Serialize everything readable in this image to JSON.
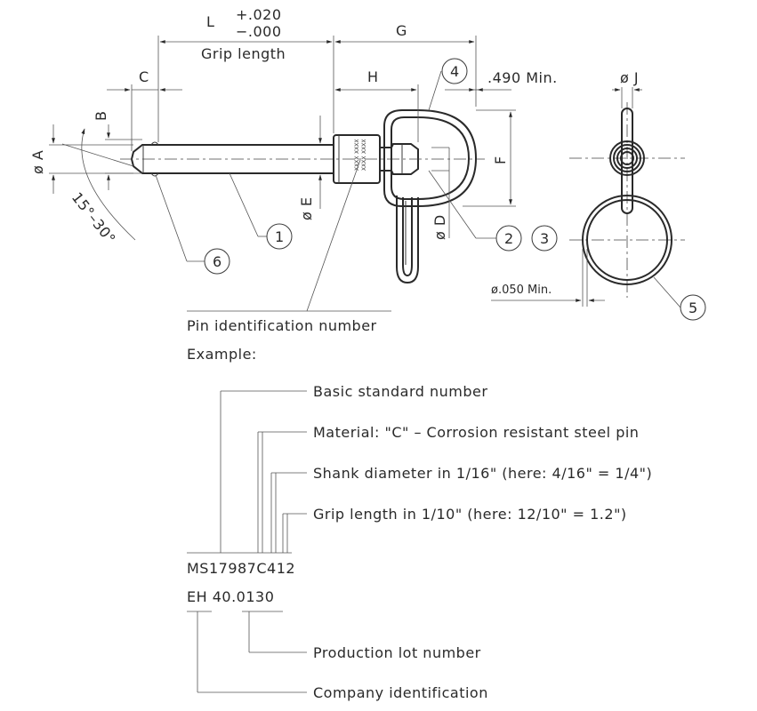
{
  "dimensions": {
    "L": "L",
    "tol_plus": "+.020",
    "tol_minus": "−.000",
    "G": "G",
    "grip_length": "Grip length",
    "C": "C",
    "H": "H",
    "min_490": ".490 Min.",
    "B": "B",
    "A": "ø A",
    "E": "ø E",
    "D": "ø D",
    "F": "F",
    "J": "ø J",
    "angle": "15°–30°",
    "min_050": "ø.050 Min.",
    "pin_marking": "XXXX"
  },
  "callouts": {
    "c1": "1",
    "c2": "2",
    "c3": "3",
    "c4": "4",
    "c5": "5",
    "c6": "6"
  },
  "legend": {
    "pin_id_title": "Pin identification number",
    "example": "Example:",
    "basic": "Basic standard number",
    "material": "Material: \"C\" – Corrosion resistant steel pin",
    "shank": "Shank diameter in 1/16\" (here: 4/16\" = 1/4\")",
    "grip": "Grip length in 1/10\" (here: 12/10\" = 1.2\")",
    "part_number": "MS17987C412",
    "lot_line": "EH 40.0130",
    "production_lot": "Production lot number",
    "company": "Company identification"
  }
}
